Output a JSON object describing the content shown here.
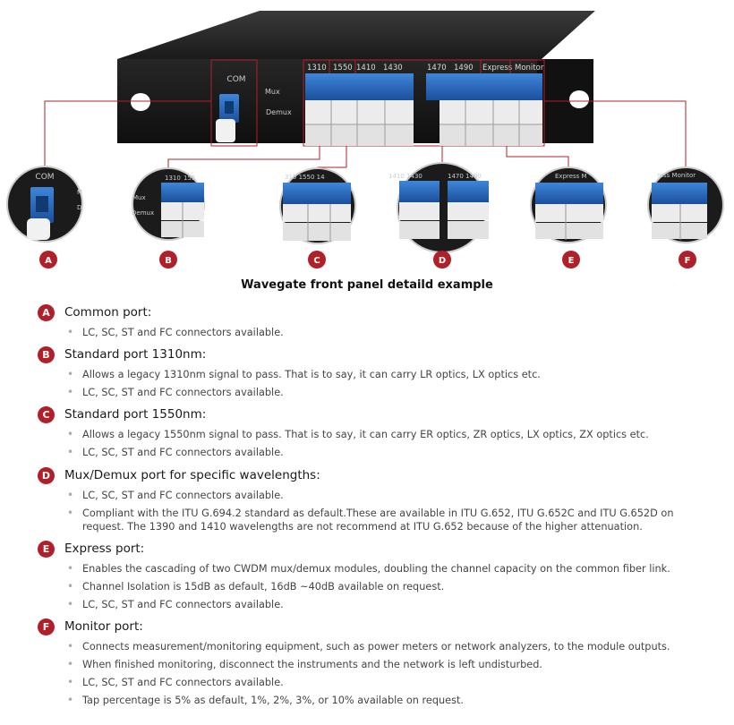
{
  "illustration": {
    "panel_labels": {
      "com": "COM",
      "mux": "Mux",
      "demux": "Demux",
      "p1310": "1310",
      "p1550": "1550",
      "p1410": "1410",
      "p1430": "1430",
      "p1470": "1470",
      "p1490": "1490",
      "express": "Express",
      "monitor": "Monitor"
    },
    "zoom_labels": {
      "a_com": "COM",
      "a_m": "M",
      "a_d": "D",
      "b_1310": "1310",
      "b_155": "155",
      "b_mux": "Mux",
      "b_demux": "Demux",
      "c_labels": "310  1550  14",
      "d_left": "1410  1430",
      "d_right": "1470  1490",
      "e_labels": "Express  M",
      "f_labels": "ress  Monitor"
    },
    "badges": [
      "A",
      "B",
      "C",
      "D",
      "E",
      "F"
    ]
  },
  "caption": "Wavegate front panel detaild example",
  "sections": [
    {
      "badge": "A",
      "title": "Common port:",
      "bullets": [
        "LC, SC, ST and FC connectors available."
      ]
    },
    {
      "badge": "B",
      "title": "Standard port 1310nm:",
      "bullets": [
        "Allows a legacy 1310nm signal to pass. That is to say, it can carry LR optics, LX optics etc.",
        "LC, SC, ST and FC connectors available."
      ]
    },
    {
      "badge": "C",
      "title": "Standard port 1550nm:",
      "bullets": [
        "Allows a legacy 1550nm signal to pass. That is to say, it can carry ER optics, ZR optics, LX optics, ZX optics etc.",
        "LC, SC, ST and FC connectors available."
      ]
    },
    {
      "badge": "D",
      "title": "Mux/Demux port for specific wavelengths:",
      "bullets": [
        "LC, SC, ST and FC connectors available.",
        "Compliant with the ITU G.694.2 standard as default.These are available in ITU G.652, ITU G.652C and ITU G.652D on request. The 1390 and 1410 wavelengths are not recommend at ITU G.652 because of the higher attenuation."
      ]
    },
    {
      "badge": "E",
      "title": "Express port:",
      "bullets": [
        "Enables the cascading of two CWDM mux/demux modules, doubling the channel capacity on the common fiber link.",
        "Channel Isolation is 15dB as default, 16dB ~40dB available on request.",
        "LC, SC, ST and FC connectors available."
      ]
    },
    {
      "badge": "F",
      "title": "Monitor port:",
      "bullets": [
        "Connects measurement/monitoring equipment, such as power meters or network analyzers, to the module outputs.",
        "When finished monitoring, disconnect the instruments and the network is left undisturbed.",
        "LC, SC, ST and FC connectors available.",
        "Tap percentage is 5% as default, 1%, 2%, 3%, or 10% available on request."
      ]
    }
  ],
  "colors": {
    "badge": "#b0202a",
    "port_blue": "#1f63b8",
    "panel": "#1b1b1b",
    "callout_line": "#b0202a"
  }
}
